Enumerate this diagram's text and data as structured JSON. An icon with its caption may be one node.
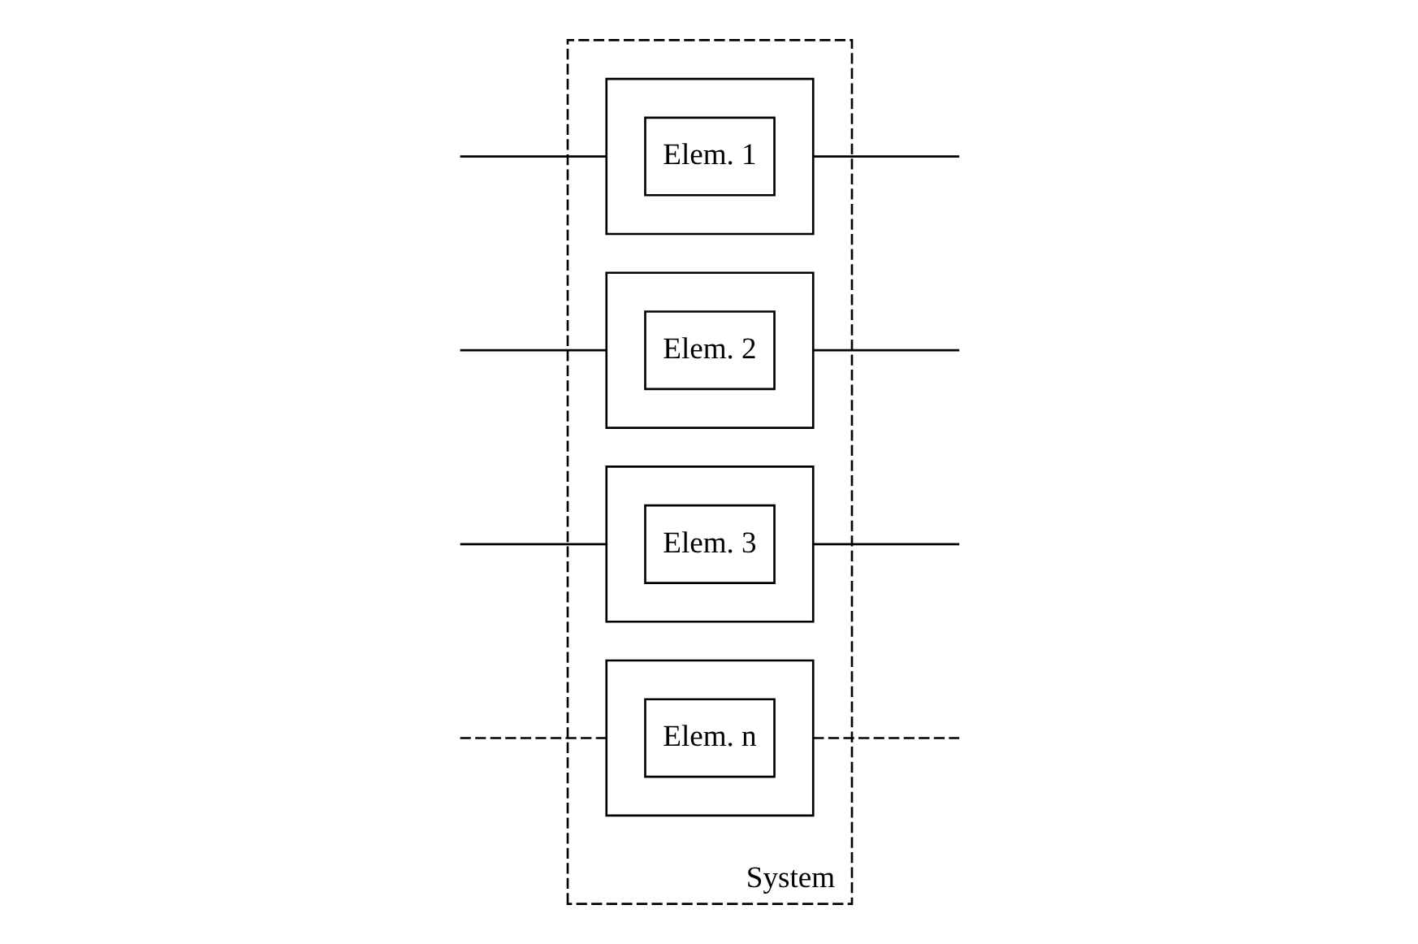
{
  "diagram": {
    "nodes": [
      {
        "text": [
          "System"
        ]
      },
      {
        "text": [],
        "shape": "box",
        "in": 0
      },
      {
        "text": [
          "Elem. 1"
        ],
        "in": 1
      },
      {
        "text": [],
        "shape": "box",
        "in": 0
      },
      {
        "text": [
          "Elem. 2"
        ],
        "in": 3
      },
      {
        "text": [],
        "shape": "box",
        "in": 0
      },
      {
        "text": [
          "Elem. 3"
        ],
        "in": 5
      },
      {
        "text": [],
        "shape": "box",
        "in": 0
      },
      {
        "text": [
          "Elem. n"
        ],
        "in": 7
      }
    ],
    "edges": [
      {
        "from": null,
        "to": 1,
        "arrow": "none"
      },
      {
        "from": null,
        "to": 3,
        "arrow": "none"
      },
      {
        "from": null,
        "to": 5,
        "arrow": "none"
      },
      {
        "from": null,
        "to": 7,
        "arrow": "none",
        "style": "dashed"
      },
      {
        "from": 1,
        "to": null,
        "arrow": "none"
      },
      {
        "from": 3,
        "to": null,
        "arrow": "none"
      },
      {
        "from": 5,
        "to": null,
        "arrow": "none"
      },
      {
        "from": 7,
        "to": null,
        "arrow": "none",
        "style": "dashed"
      }
    ]
  }
}
